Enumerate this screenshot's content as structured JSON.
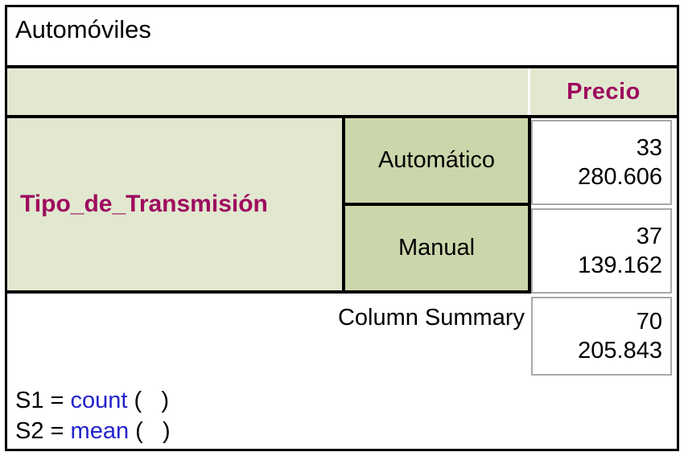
{
  "report": {
    "title": "Automóviles",
    "header": {
      "blank_label": "",
      "value_column": "Precio",
      "value_column_color": "#9e0b5e"
    },
    "grouping": {
      "variable_label": "Tipo_de_Transmisión",
      "variable_label_color": "#9e0b5e",
      "levels": [
        {
          "label": "Automático",
          "stats": {
            "count": "33",
            "mean": "280.606"
          }
        },
        {
          "label": "Manual",
          "stats": {
            "count": "37",
            "mean": "139.162"
          }
        }
      ]
    },
    "summary": {
      "label": "Column Summary",
      "stats": {
        "count": "70",
        "mean": "205.843"
      }
    },
    "footnotes": [
      {
        "key": "S1 = ",
        "fn": "count",
        "args": " (   )"
      },
      {
        "key": "S2 = ",
        "fn": "mean",
        "args": " (   )"
      }
    ],
    "colors": {
      "header_green": "#e2e8d0",
      "level_green": "#ccd6ab",
      "accent_magenta": "#9e0b5e",
      "footnote_blue": "#2222cc",
      "frame_black": "#000000"
    }
  }
}
